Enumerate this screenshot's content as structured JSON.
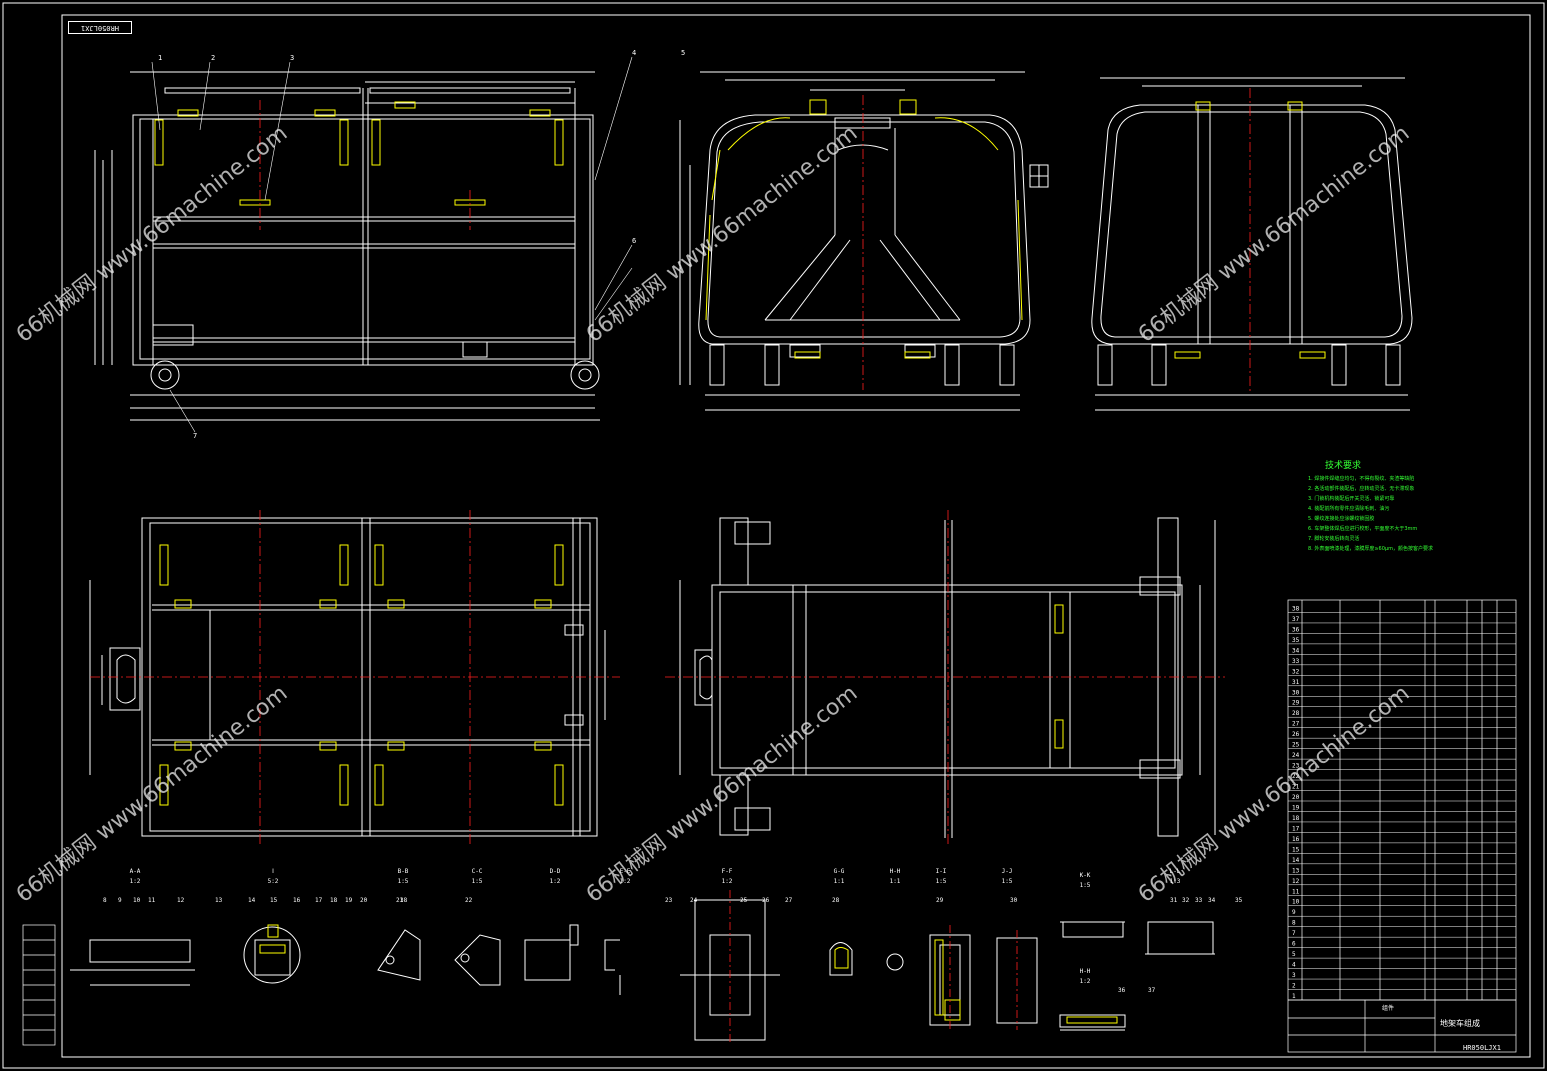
{
  "drawing_number": "HR050LJX1",
  "title_block": {
    "title": "地架车组成",
    "code": "HR050LJX1",
    "detail_label": "组件"
  },
  "notes": {
    "title": "技术要求",
    "lines": [
      "1. 焊接件焊缝应均匀，不得有裂纹、夹渣等缺陷",
      "2. 各活动部件装配后，应转动灵活、无卡滞现象",
      "3. 门锁机构装配后开关灵活、锁紧可靠",
      "4. 装配前所有零件应清除毛刺、油污",
      "5. 螺纹连接处应涂螺纹锁固胶",
      "6. 车架整体焊后应进行校形，平面度不大于3mm",
      "7. 脚轮安装后转向灵活",
      "8. 外表面喷漆处理，漆膜厚度≥60μm，颜色按客户要求"
    ]
  },
  "view_labels": {
    "front": [
      "1",
      "2",
      "3",
      "4",
      "5",
      "6",
      "7"
    ],
    "section_names": [
      "A-A",
      "Ⅰ",
      "B-B",
      "C-C",
      "D-D",
      "E-E",
      "F-F",
      "G-G",
      "H-H",
      "I-I",
      "J-J",
      "K-K",
      "L-L",
      "H-H"
    ],
    "scales": [
      "1:2",
      "5:2",
      "1:5",
      "1:5",
      "1:2",
      "1:2",
      "1:2",
      "1:1",
      "1:1",
      "1:5",
      "1:5",
      "1:5",
      "1:3",
      "1:2"
    ]
  },
  "detail_numbers": [
    "8",
    "9",
    "10",
    "11",
    "12",
    "13",
    "14",
    "15",
    "16",
    "17",
    "18",
    "19",
    "20",
    "21",
    "22",
    "23",
    "24",
    "25",
    "26",
    "27",
    "28",
    "29",
    "30",
    "31",
    "32",
    "33",
    "34",
    "35",
    "36",
    "37",
    "38"
  ],
  "bom_rows": [
    "38",
    "37",
    "36",
    "35",
    "34",
    "33",
    "32",
    "31",
    "30",
    "29",
    "28",
    "27",
    "26",
    "25",
    "24",
    "23",
    "22",
    "21",
    "20",
    "19",
    "18",
    "17",
    "16",
    "15",
    "14",
    "13",
    "12",
    "11",
    "10",
    "9",
    "8",
    "7",
    "6",
    "5",
    "4",
    "3",
    "2",
    "1"
  ],
  "watermarks": [
    "66机械网 www.66machine.com",
    "66机械网 www.66machine.com",
    "66机械网 www.66machine.com",
    "66机械网 www.66machine.com",
    "66机械网 www.66machine.com",
    "66机械网 www.66machine.com"
  ],
  "colors": {
    "background": "#000000",
    "outline": "#ffffff",
    "hardware": "#ffff00",
    "centerline": "#ff2020",
    "notes": "#33ff33",
    "dimension": "#ffffff"
  }
}
